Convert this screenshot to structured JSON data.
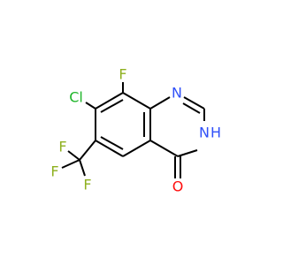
{
  "molecule": {
    "atoms": {
      "chlorine": "Cl",
      "fluorine_aromatic": "F",
      "nitrogen_1": "N",
      "nitrogen_3": "N",
      "hydrogen_3": "H",
      "oxygen": "O",
      "cf3_fluorine_1": "F",
      "cf3_fluorine_2": "F",
      "cf3_fluorine_3": "F"
    },
    "colors": {
      "bond": "#000000",
      "chlorine": "#1fb52a",
      "fluorine": "#8eb01f",
      "nitrogen": "#3050f8",
      "oxygen": "#ff0d0d"
    }
  }
}
